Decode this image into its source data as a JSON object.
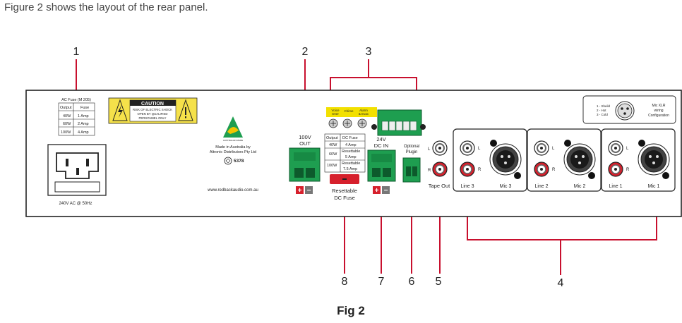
{
  "intro_text": "Figure 2 shows the layout of the rear panel.",
  "caption": "Fig 2",
  "callouts": [
    "1",
    "2",
    "3",
    "4",
    "5",
    "6",
    "7",
    "8"
  ],
  "ac_fuse": {
    "title": "AC Fuse (M 205)",
    "headers": [
      "Output",
      "Fuse"
    ],
    "rows": [
      [
        "40W",
        "1 Amp"
      ],
      [
        "60W",
        "2 Amp"
      ],
      [
        "100W",
        "4 Amp"
      ]
    ]
  },
  "caution": {
    "title": "CAUTION",
    "lines": [
      "RISK OF ELECTRIC SHOCK",
      "OPEN BY QUALIFIED",
      "PERSONNEL ONLY"
    ]
  },
  "ac_label": "240V AC @ 50Hz",
  "made_in": [
    "Made in Australia by",
    "Altronic Distributors Pty Ltd"
  ],
  "logo_text": "AUSTRALIAN MADE",
  "cert_number": "5378",
  "website": "www.redbackaudio.com.au",
  "out100v": [
    "100V",
    "OUT"
  ],
  "control_labels": [
    "Voice",
    "Over",
    "Chime",
    "Alarm",
    "& Evac"
  ],
  "dc_fuse": {
    "headers": [
      "Output",
      "DC Fuse"
    ],
    "rows": [
      [
        "40W",
        "4 Amp"
      ],
      [
        "60W",
        "Resettable",
        "5 Amp"
      ],
      [
        "100W",
        "Resettable",
        "7.5 Amp"
      ]
    ]
  },
  "resettable_label": [
    "Resettable",
    "DC Fuse"
  ],
  "dc_in": [
    "24V",
    "DC IN"
  ],
  "optional_plugin": [
    "Optional",
    "Plugin"
  ],
  "tape_out": "Tape Out",
  "channels": [
    {
      "line": "Line 3",
      "mic": "Mic 3"
    },
    {
      "line": "Line 2",
      "mic": "Mic 2"
    },
    {
      "line": "Line 1",
      "mic": "Mic 1"
    }
  ],
  "lr": [
    "L",
    "R"
  ],
  "mic_config": {
    "pins": [
      "1 - Sheild",
      "2 - Hot",
      "3 - Cold"
    ],
    "title": [
      "Mic XLR",
      "wiring",
      "Configuration"
    ]
  },
  "polarity": [
    "+",
    "−"
  ],
  "colors": {
    "callout_line": "#c8102e",
    "panel_border": "#222",
    "terminal": "#1e9e50",
    "caution_bg": "#f5e14a",
    "label_yellow": "#f2e000",
    "rca_red": "#d6202c",
    "badge_grey": "#777"
  }
}
